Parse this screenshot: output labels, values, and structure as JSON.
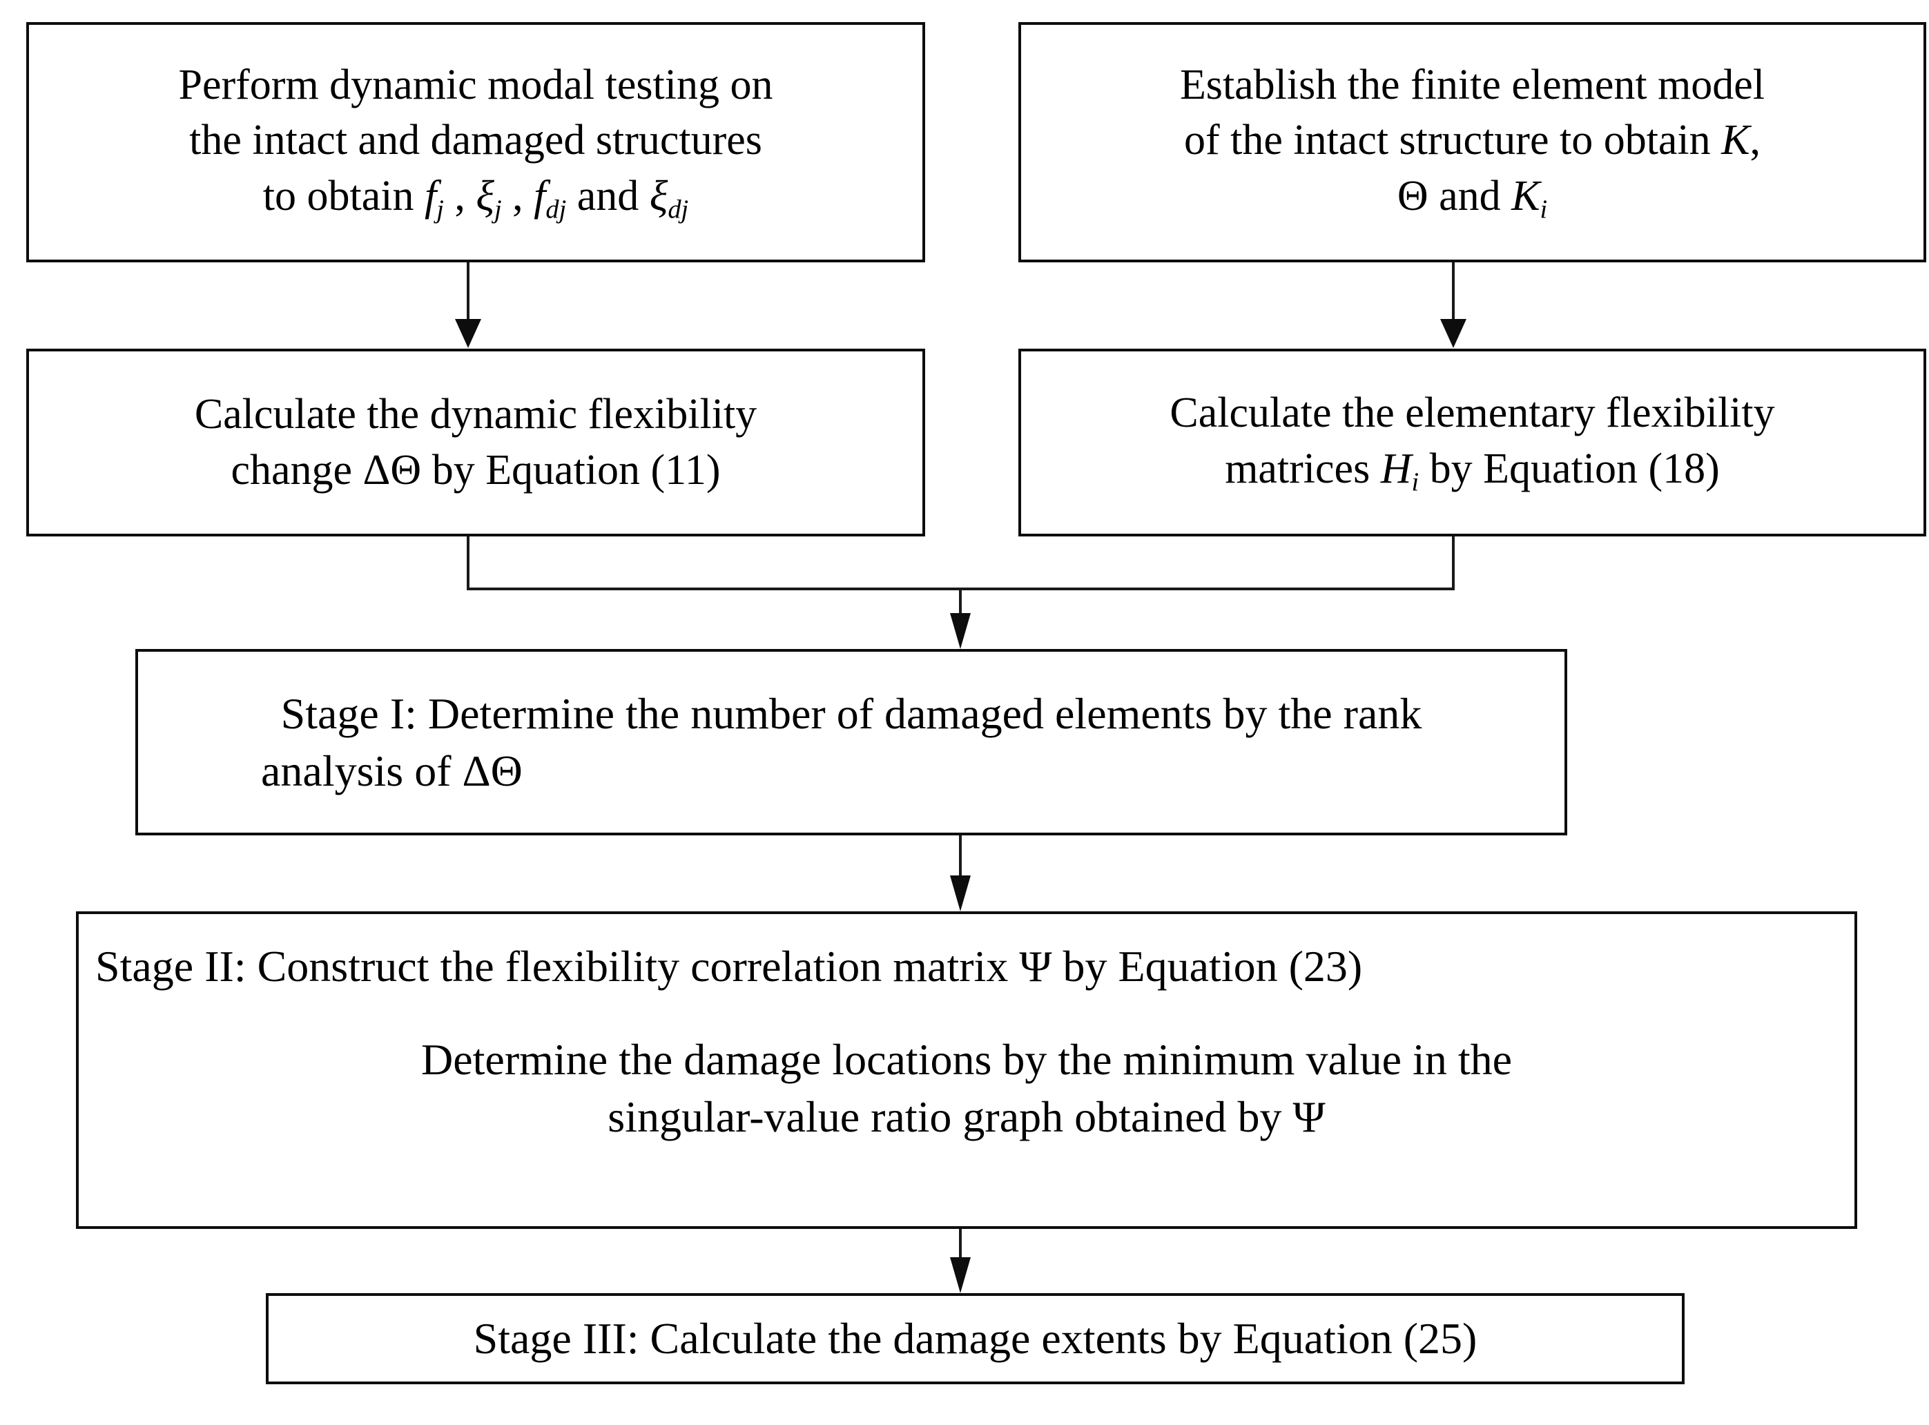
{
  "diagram": {
    "title": "Two-stage flexibility-based damage identification procedure",
    "type": "flowchart",
    "orientation": "top-to-bottom",
    "background_color": "#ffffff",
    "line_color": "#0d0d0d",
    "text_color": "#000000"
  },
  "nodes": {
    "modal_testing": {
      "id": "modal-testing",
      "line1": "Perform dynamic modal testing on",
      "line2": "the intact and damaged structures",
      "line3_prefix": "to obtain ",
      "symbol_f": "f",
      "symbol_f_sub": "j",
      "sep1": " , ",
      "symbol_xi": "ξ",
      "symbol_xi_sub": "j",
      "sep2": " , ",
      "symbol_fd": "f",
      "symbol_fd_sub": "dj",
      "conjunction": " and ",
      "symbol_xid": "ξ",
      "symbol_xid_sub": "dj"
    },
    "fe_model": {
      "id": "fe-model",
      "line1": "Establish the finite element model",
      "line2_prefix": "of the intact structure to obtain ",
      "symbol_K": "K",
      "line2_suffix": ",",
      "line3_theta": "Θ",
      "line3_conj": " and ",
      "symbol_Ki": "K",
      "symbol_Ki_sub": "i"
    },
    "dynamic_flexibility": {
      "id": "dynamic-flexibility",
      "line1": "Calculate the dynamic flexibility",
      "line2_prefix": "change ",
      "symbol_delta_theta": "ΔΘ",
      "line2_suffix": " by Equation (11)"
    },
    "elementary_flexibility": {
      "id": "elementary-flexibility",
      "line1": "Calculate the elementary flexibility",
      "line2_prefix": "matrices ",
      "symbol_H": "H",
      "symbol_H_sub": "i",
      "line2_suffix": " by Equation (18)"
    },
    "stage_1": {
      "id": "stage-1",
      "label": "Stage I:",
      "line1": "Stage I: Determine the number of damaged elements by the rank",
      "line2_prefix": "analysis of ",
      "symbol_delta_theta": "ΔΘ"
    },
    "stage_2": {
      "id": "stage-2",
      "label": "Stage II:",
      "line1_prefix": "Stage II:  Construct the flexibility correlation matrix ",
      "symbol_psi": "Ψ",
      "line1_suffix": " by Equation (23)",
      "line2": "Determine the damage locations by the minimum value in the",
      "line3_prefix": "singular-value ratio graph obtained by ",
      "symbol_psi2": "Ψ"
    },
    "stage_3": {
      "id": "stage-3",
      "label": "Stage III:",
      "text": "Stage III: Calculate the damage extents by Equation (25)"
    }
  },
  "connectors": [
    {
      "name": "modal-testing-to-dynamic-flexibility",
      "from": "modal_testing",
      "to": "dynamic_flexibility",
      "style": "straight-arrow"
    },
    {
      "name": "fe-model-to-elementary-flexibility",
      "from": "fe_model",
      "to": "elementary_flexibility",
      "style": "straight-arrow"
    },
    {
      "name": "dynamic-flexibility-to-merge",
      "from": "dynamic_flexibility",
      "to": "merge-junction",
      "style": "elbow"
    },
    {
      "name": "elementary-flexibility-to-merge",
      "from": "elementary_flexibility",
      "to": "merge-junction",
      "style": "elbow"
    },
    {
      "name": "merge-to-stage-1",
      "from": "merge-junction",
      "to": "stage_1",
      "style": "straight-arrow"
    },
    {
      "name": "stage-1-to-stage-2",
      "from": "stage_1",
      "to": "stage_2",
      "style": "straight-arrow"
    },
    {
      "name": "stage-2-to-stage-3",
      "from": "stage_2",
      "to": "stage_3",
      "style": "straight-arrow"
    }
  ]
}
